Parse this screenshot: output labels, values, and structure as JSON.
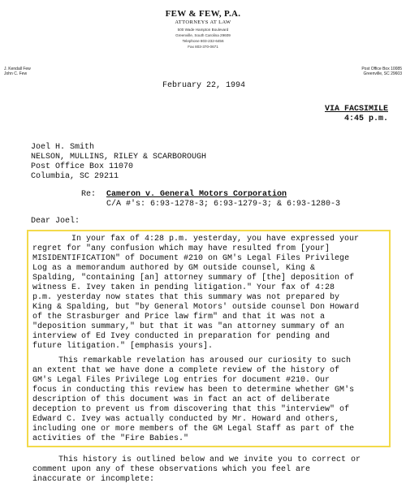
{
  "letterhead": {
    "firm_name": "FEW & FEW, P.A.",
    "subtitle": "ATTORNEYS AT LAW",
    "address_line1": "500 Wade Hampton Boulevard",
    "address_line2": "Greenville, South Carolina 29609",
    "telephone": "Telephone 803-232-6456",
    "fax": "Fax 803-370-0671",
    "partners": [
      "J. Kendall Few",
      "John C. Few"
    ],
    "po_box": [
      "Post Office Box 10085",
      "Greenville, SC 29603"
    ]
  },
  "date": "February 22, 1994",
  "delivery": {
    "method": "VIA FACSIMILE",
    "time": "4:45 p.m."
  },
  "recipient": [
    "Joel H. Smith",
    "NELSON, MULLINS, RILEY & SCARBOROUGH",
    "Post Office Box 11070",
    "Columbia, SC  29211"
  ],
  "re": {
    "label": "Re:",
    "case_title": "Cameron v. General Motors Corporation",
    "case_numbers": "C/A #'s: 6:93-1278-3; 6:93-1279-3; & 6:93-1280-3"
  },
  "salutation": "Dear Joel:",
  "paragraph1": [
    "In your fax of 4:28 p.m. yesterday, you have expressed your",
    "regret for \"any confusion which may have resulted from [your]",
    "MISIDENTIFICATION\" of Document #210 on GM's Legal Files Privilege",
    "Log as a memorandum authored by GM outside counsel, King &",
    "Spalding, \"containing [an] attorney summary of [the] deposition of",
    "witness E. Ivey taken in pending litigation.\"  Your fax of 4:28",
    "p.m. yesterday now states that this summary was not prepared by",
    "King & Spalding, but \"by General Motors' outside counsel Don Howard",
    "of the Strasburger and Price law firm\" and that it was not a",
    "\"deposition summary,\" but that it was \"an attorney summary of an",
    "interview of Ed Ivey conducted in preparation for pending and",
    "future litigation.\" [emphasis yours]."
  ],
  "paragraph2": [
    "This remarkable revelation has aroused our curiosity to such",
    "an extent that we have done a complete review of the history of",
    "GM's Legal Files Privilege Log entries for document #210.  Our",
    "focus in conducting this review has been to determine whether GM's",
    "description of this document was in fact an act of deliberate",
    "deception to prevent us from discovering that this \"interview\" of",
    "Edward C. Ivey was actually conducted by Mr. Howard and others,",
    "including one or more members of the GM Legal Staff as part of the",
    "activities of the \"Fire Babies.\""
  ],
  "paragraph3": [
    "This history is outlined below and we invite you to correct or",
    "comment upon any of these observations which you feel are",
    "inaccurate or incomplete:"
  ]
}
